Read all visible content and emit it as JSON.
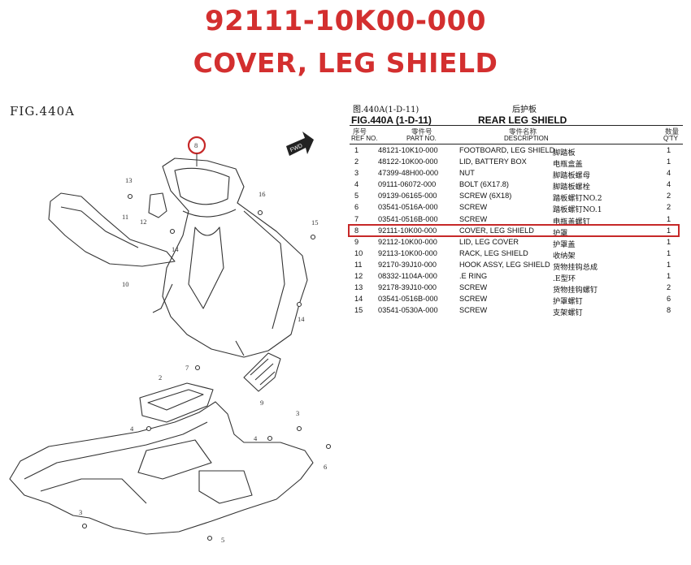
{
  "header": {
    "part_number": "92111-10K00-000",
    "part_name": "COVER, LEG SHIELD"
  },
  "diagram": {
    "fig_label": "FIG.440A",
    "fwd_label": "FWD",
    "callouts": [
      "8",
      "13",
      "11",
      "12",
      "16",
      "14",
      "15",
      "10",
      "14",
      "7",
      "2",
      "9",
      "4",
      "4",
      "3",
      "6",
      "3",
      "5"
    ],
    "highlight_color": "#c62828"
  },
  "parts_table": {
    "fig_cn": "图.440A(1-D-11)",
    "title_cn": "后护板",
    "fig_en": "FIG.440A (1-D-11)",
    "title_en": "REAR LEG SHIELD",
    "headers": {
      "ref_cn": "序号",
      "ref_en": "REF NO.",
      "part_cn": "零件号",
      "part_en": "PART NO.",
      "desc_cn": "零件名称",
      "desc_en": "DESCRIPTION",
      "qty_cn": "数量",
      "qty_en": "Q'TY"
    },
    "rows": [
      {
        "ref": "1",
        "part": "48121-10K10-000",
        "desc": "FOOTBOARD, LEG SHIELD",
        "cn": "脚踏板",
        "qty": "1"
      },
      {
        "ref": "2",
        "part": "48122-10K00-000",
        "desc": "LID, BATTERY BOX",
        "cn": "电瓶盒盖",
        "qty": "1"
      },
      {
        "ref": "3",
        "part": "47399-48H00-000",
        "desc": "NUT",
        "cn": "脚踏板螺母",
        "qty": "4"
      },
      {
        "ref": "4",
        "part": "09111-06072-000",
        "desc": "BOLT (6X17.8)",
        "cn": "脚踏板螺栓",
        "qty": "4"
      },
      {
        "ref": "5",
        "part": "09139-06165-000",
        "desc": "SCREW (6X18)",
        "cn": "踏板螺钉NO.2",
        "qty": "2"
      },
      {
        "ref": "6",
        "part": "03541-0516A-000",
        "desc": "SCREW",
        "cn": "踏板螺钉NO.1",
        "qty": "2"
      },
      {
        "ref": "7",
        "part": "03541-0516B-000",
        "desc": "SCREW",
        "cn": "电瓶盖螺钉",
        "qty": "1"
      },
      {
        "ref": "8",
        "part": "92111-10K00-000",
        "desc": "COVER, LEG SHIELD",
        "cn": "护罩",
        "qty": "1"
      },
      {
        "ref": "9",
        "part": "92112-10K00-000",
        "desc": "LID, LEG COVER",
        "cn": "护罩盖",
        "qty": "1"
      },
      {
        "ref": "10",
        "part": "92113-10K00-000",
        "desc": "RACK, LEG SHIELD",
        "cn": "收纳架",
        "qty": "1"
      },
      {
        "ref": "11",
        "part": "92170-39J10-000",
        "desc": "HOOK ASSY, LEG SHIELD",
        "cn": "货物挂钩总成",
        "qty": "1"
      },
      {
        "ref": "12",
        "part": "08332-1104A-000",
        "desc": ".E RING",
        "cn": ".E型环",
        "qty": "1"
      },
      {
        "ref": "13",
        "part": "92178-39J10-000",
        "desc": "SCREW",
        "cn": "货物挂钩螺钉",
        "qty": "2"
      },
      {
        "ref": "14",
        "part": "03541-0516B-000",
        "desc": "SCREW",
        "cn": "护罩螺钉",
        "qty": "6"
      },
      {
        "ref": "15",
        "part": "03541-0530A-000",
        "desc": "SCREW",
        "cn": "支架螺钉",
        "qty": "8"
      }
    ]
  }
}
